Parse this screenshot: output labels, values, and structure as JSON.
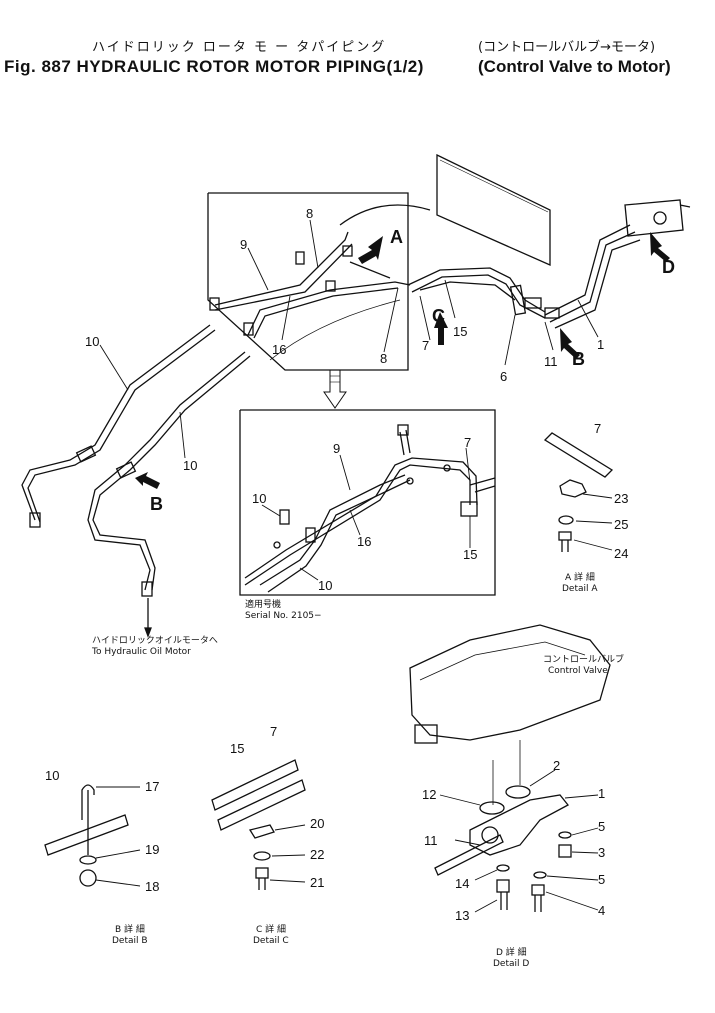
{
  "header": {
    "title_jp": "ハイドロリック ロータ モ ー タパイピング",
    "title_en": "Fig. 887 HYDRAULIC ROTOR MOTOR PIPING(1/2)",
    "paren_jp": "(コントロールバルブ→モータ)",
    "paren_en": "(Control Valve to Motor)"
  },
  "callouts": {
    "main": [
      "8",
      "9",
      "16",
      "8",
      "10",
      "10",
      "7",
      "15",
      "6",
      "11",
      "1"
    ],
    "serial_view": [
      "9",
      "7",
      "10",
      "16",
      "15",
      "10"
    ],
    "detail_a": [
      "7",
      "23",
      "25",
      "24"
    ],
    "detail_b": [
      "10",
      "17",
      "19",
      "18"
    ],
    "detail_c": [
      "7",
      "15",
      "20",
      "22",
      "21"
    ],
    "detail_d": [
      "2",
      "12",
      "1",
      "5",
      "11",
      "3",
      "14",
      "5",
      "13",
      "4"
    ]
  },
  "arrows": {
    "a": "A",
    "b_top": "B",
    "b_left": "B",
    "c": "C",
    "d": "D"
  },
  "captions": {
    "serial_jp": "適用号機",
    "serial_en": "Serial No. 2105−",
    "motor_jp": "ハイドロリックオイルモータへ",
    "motor_en": "To Hydraulic Oil Motor",
    "cv_jp": "コントロールバルブ",
    "cv_en": "Control Valve",
    "detail_a_jp": "A 詳 細",
    "detail_a_en": "Detail A",
    "detail_b_jp": "B 詳 細",
    "detail_b_en": "Detail B",
    "detail_c_jp": "C 詳 細",
    "detail_c_en": "Detail C",
    "detail_d_jp": "D 詳 細",
    "detail_d_en": "Detail D"
  }
}
